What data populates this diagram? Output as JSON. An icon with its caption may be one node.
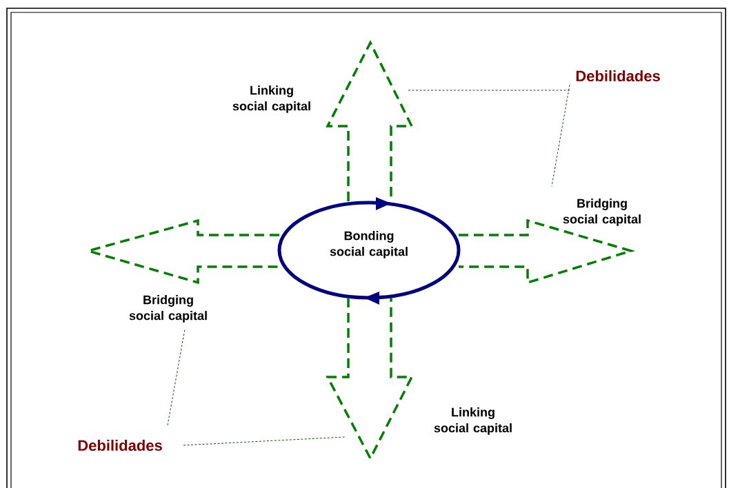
{
  "diagram": {
    "nodes": [
      {
        "text": [
          "Bonding social capital"
        ]
      },
      {
        "text": [],
        "shape": "arrow"
      },
      {
        "text": [
          "Linking social capital"
        ]
      },
      {
        "text": [
          "Debilidades"
        ]
      },
      {
        "text": [],
        "shape": "arrow"
      },
      {
        "text": [
          "Bridging social capital"
        ]
      },
      {
        "text": [],
        "shape": "arrow"
      },
      {
        "text": [
          "Bridging social capital"
        ]
      },
      {
        "text": [],
        "shape": "arrow"
      },
      {
        "text": [
          "Linking social capital"
        ]
      },
      {
        "text": [
          "Debilidades"
        ]
      }
    ],
    "edges": [
      {
        "from": 3,
        "to": 1,
        "arrow": "none",
        "style": "dashed"
      },
      {
        "from": 3,
        "to": 5,
        "arrow": "none",
        "style": "dashed"
      },
      {
        "from": 10,
        "to": 7,
        "arrow": "none",
        "style": "dashed"
      },
      {
        "from": 10,
        "to": 8,
        "arrow": "none",
        "style": "dashed"
      }
    ]
  }
}
